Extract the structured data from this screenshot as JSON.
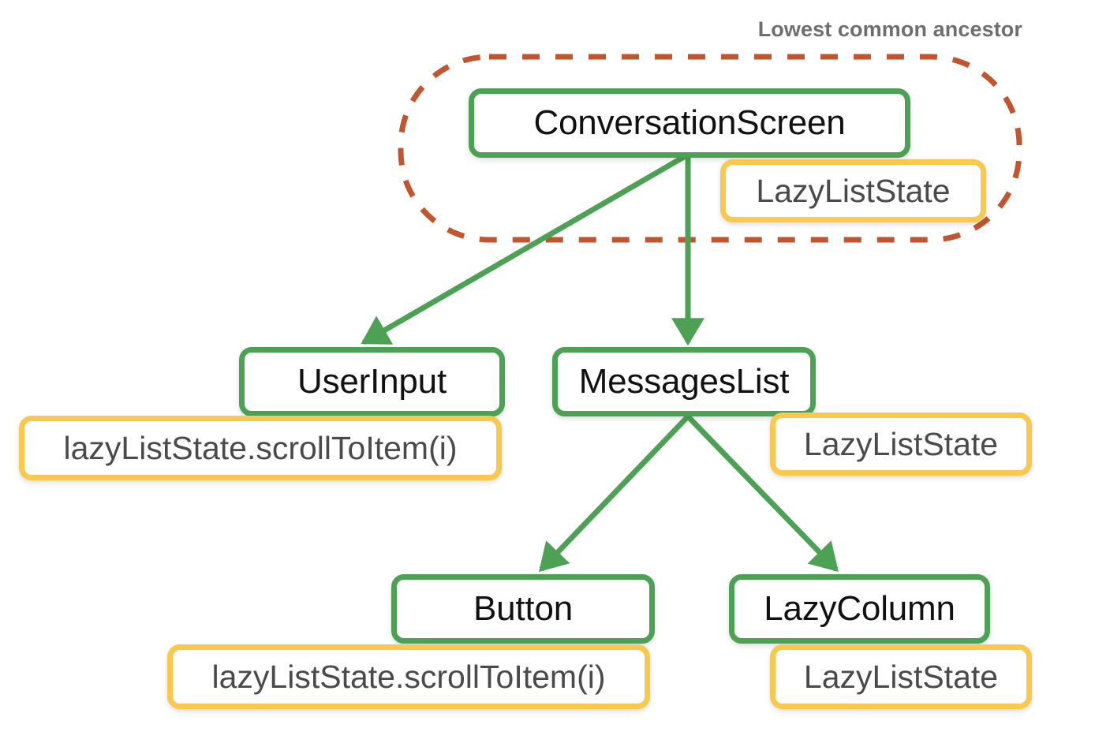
{
  "diagram": {
    "title_annotation": "Lowest common ancestor",
    "colors": {
      "node_border_green": "#4CA155",
      "badge_border_yellow": "#F9C84E",
      "group_dashed_orange": "#C0562F",
      "node_text": "#111111",
      "badge_text": "#4a4a4a",
      "annotation_text": "#6e6e6e",
      "background": "#ffffff"
    },
    "nodes": [
      {
        "id": "conversation-screen",
        "label": "ConversationScreen"
      },
      {
        "id": "user-input",
        "label": "UserInput"
      },
      {
        "id": "messages-list",
        "label": "MessagesList"
      },
      {
        "id": "button",
        "label": "Button"
      },
      {
        "id": "lazy-column",
        "label": "LazyColumn"
      }
    ],
    "badges": [
      {
        "id": "badge-conversation-screen",
        "label": "LazyListState"
      },
      {
        "id": "badge-user-input",
        "label": "lazyListState.scrollToItem(i)"
      },
      {
        "id": "badge-messages-list",
        "label": "LazyListState"
      },
      {
        "id": "badge-button",
        "label": "lazyListState.scrollToItem(i)"
      },
      {
        "id": "badge-lazy-column",
        "label": "LazyListState"
      }
    ],
    "edges": [
      {
        "from": "conversation-screen",
        "to": "user-input"
      },
      {
        "from": "conversation-screen",
        "to": "messages-list"
      },
      {
        "from": "messages-list",
        "to": "button"
      },
      {
        "from": "messages-list",
        "to": "lazy-column"
      }
    ],
    "group": {
      "id": "lowest-common-ancestor-group",
      "style": "dashed",
      "contains": [
        "conversation-screen",
        "badge-conversation-screen"
      ]
    }
  }
}
